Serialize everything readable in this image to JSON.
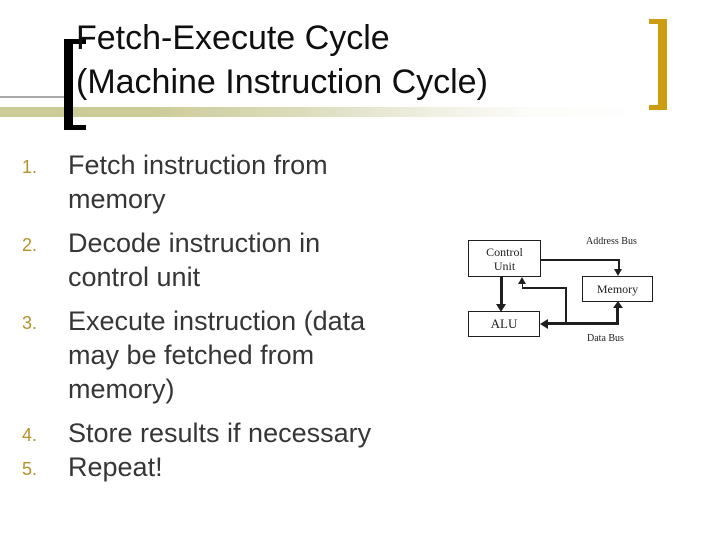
{
  "slide": {
    "title": {
      "line1": "Fetch-Execute Cycle",
      "line2": "(Machine Instruction Cycle)"
    },
    "list": {
      "items": [
        {
          "number": "1.",
          "lines": [
            "Fetch instruction from",
            "memory"
          ]
        },
        {
          "number": "2.",
          "lines": [
            "Decode instruction in",
            "control unit"
          ]
        },
        {
          "number": "3.",
          "lines": [
            "Execute instruction (data",
            "may be fetched from",
            "memory)"
          ]
        },
        {
          "number": "4.",
          "lines": [
            "Store results if necessary"
          ]
        },
        {
          "number": "5.",
          "lines": [
            "Repeat!"
          ]
        }
      ]
    },
    "diagram": {
      "control_unit": {
        "line1": "Control",
        "line2": "Unit"
      },
      "alu": "ALU",
      "memory": "Memory",
      "address_bus_label": "Address Bus",
      "data_bus_label": "Data Bus"
    },
    "colors": {
      "accent_gold_bracket": "#cd9c11",
      "list_number_gold": "#b5922c",
      "band_khaki": "#cbcb98",
      "body_text": "#363636",
      "title_text": "#0f0f0f",
      "diagram_ink": "#1f1f1f",
      "background": "#ffffff"
    }
  }
}
